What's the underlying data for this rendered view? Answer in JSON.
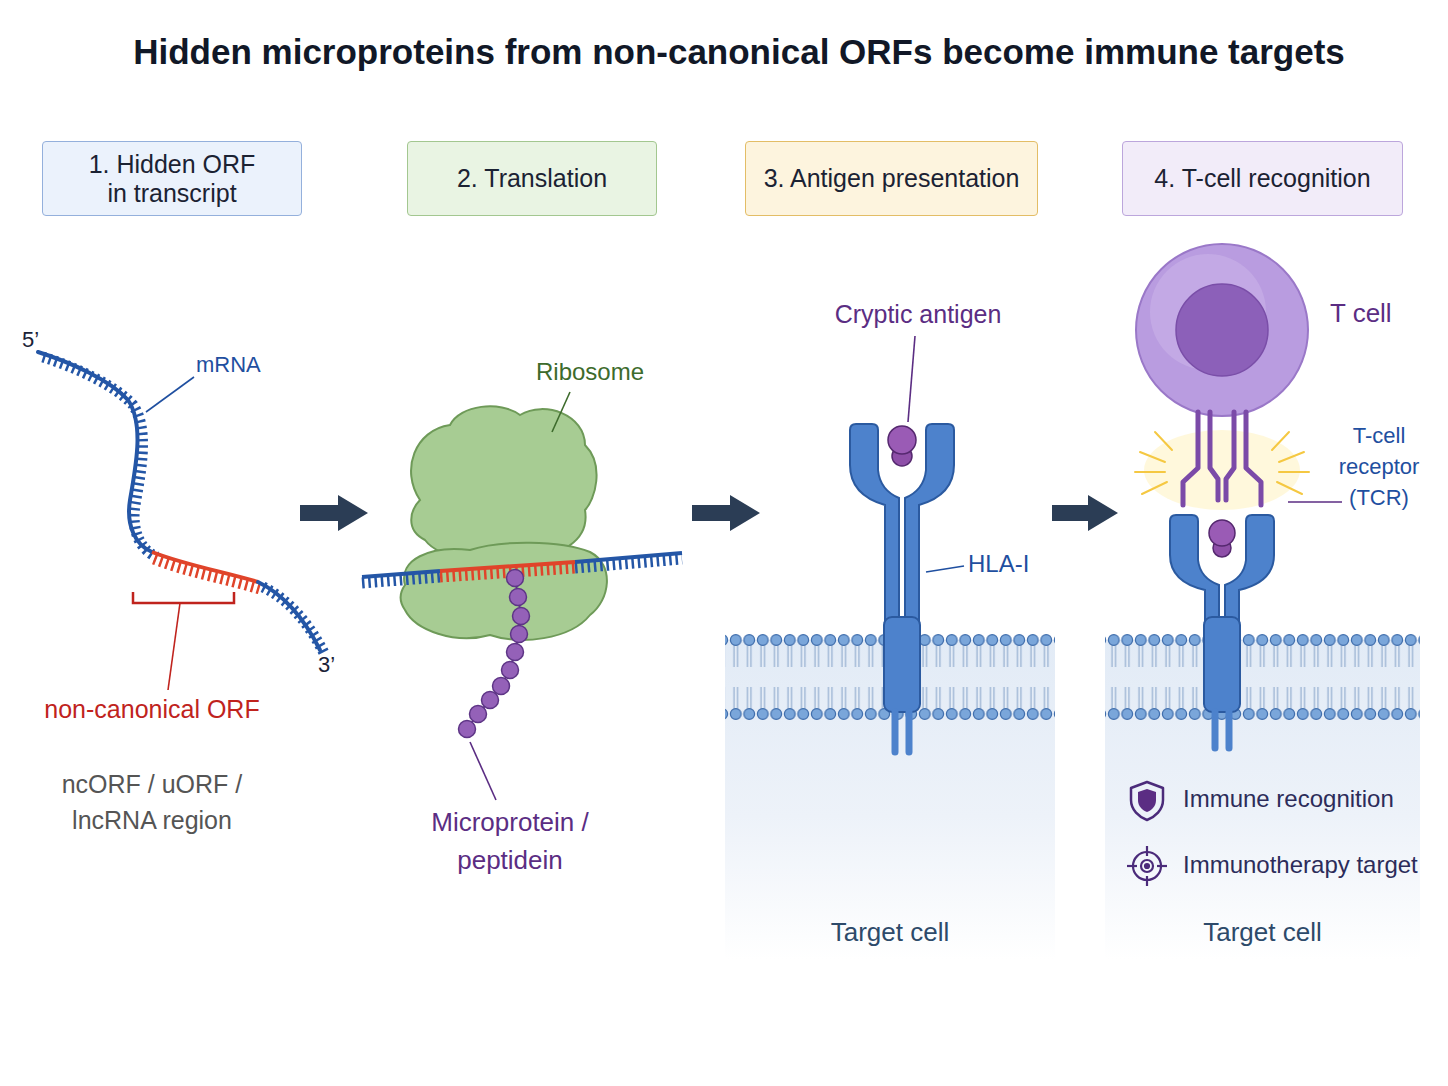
{
  "diagram": {
    "title": "Hidden microproteins from non-canonical ORFs become immune targets",
    "nodes": [
      {
        "text": [
          "1. Hidden ORF in transcript"
        ]
      },
      {
        "text": [
          "2. Translation"
        ]
      },
      {
        "text": [
          "3. Antigen presentation"
        ]
      },
      {
        "text": [
          "4. T-cell recognition"
        ]
      },
      {
        "text": [
          "Target cell"
        ]
      },
      {
        "text": [
          "Target cell"
        ]
      },
      {
        "text": [
          "T cell"
        ]
      }
    ],
    "labels": [
      "5’",
      "mRNA",
      "3’",
      "non-canonical ORF",
      "ncORF / uORF / lncRNA region",
      "Ribosome",
      "Microprotein / peptidein",
      "Cryptic antigen",
      "HLA-I",
      "T-cell receptor (TCR)",
      "Immune recognition",
      "Immunotherapy target"
    ]
  }
}
